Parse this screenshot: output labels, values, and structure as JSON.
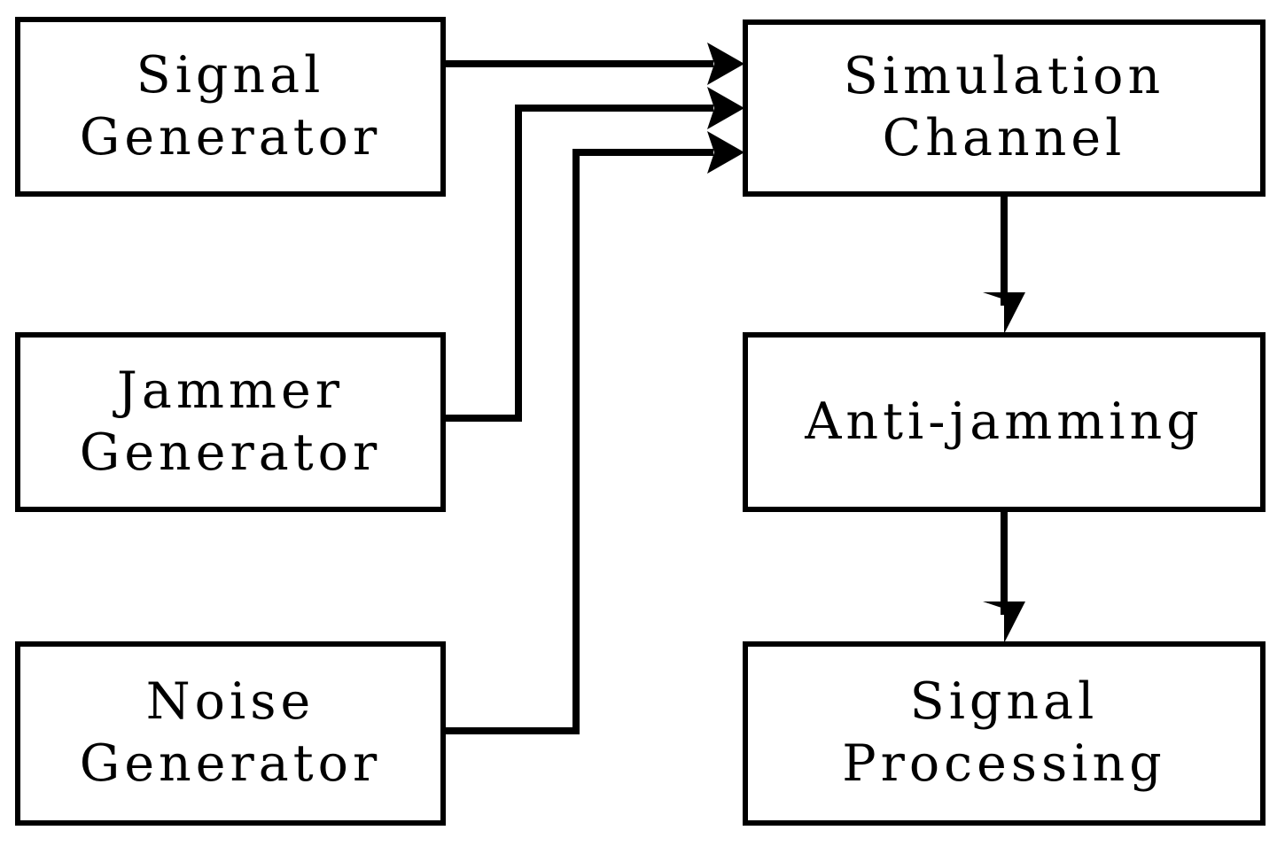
{
  "diagram": {
    "type": "block-diagram",
    "title": "",
    "background_color": "#ffffff",
    "line_color": "#000000",
    "box_border_color": "#000000",
    "box_fill_color": "#ffffff",
    "nodes": [
      {
        "id": "signal-generator",
        "line1": "Signal",
        "line2": "Generator",
        "column": "left",
        "row": 1
      },
      {
        "id": "jammer-generator",
        "line1": "Jammer",
        "line2": "Generator",
        "column": "left",
        "row": 2
      },
      {
        "id": "noise-generator",
        "line1": "Noise",
        "line2": "Generator",
        "column": "left",
        "row": 3
      },
      {
        "id": "simulation-channel",
        "line1": "Simulation",
        "line2": "Channel",
        "column": "right",
        "row": 1
      },
      {
        "id": "anti-jamming",
        "line1": "Anti-jamming",
        "line2": "",
        "column": "right",
        "row": 2
      },
      {
        "id": "signal-processing",
        "line1": "Signal",
        "line2": "Processing",
        "column": "right",
        "row": 3
      }
    ],
    "edges": [
      {
        "id": "edge-signal-to-channel",
        "from": "signal-generator",
        "to": "simulation-channel",
        "arrow": true
      },
      {
        "id": "edge-jammer-to-channel",
        "from": "jammer-generator",
        "to": "simulation-channel",
        "arrow": true
      },
      {
        "id": "edge-noise-to-channel",
        "from": "noise-generator",
        "to": "simulation-channel",
        "arrow": true
      },
      {
        "id": "edge-channel-to-anti",
        "from": "simulation-channel",
        "to": "anti-jamming",
        "arrow": true
      },
      {
        "id": "edge-anti-to-processing",
        "from": "anti-jamming",
        "to": "signal-processing",
        "arrow": true
      }
    ]
  }
}
